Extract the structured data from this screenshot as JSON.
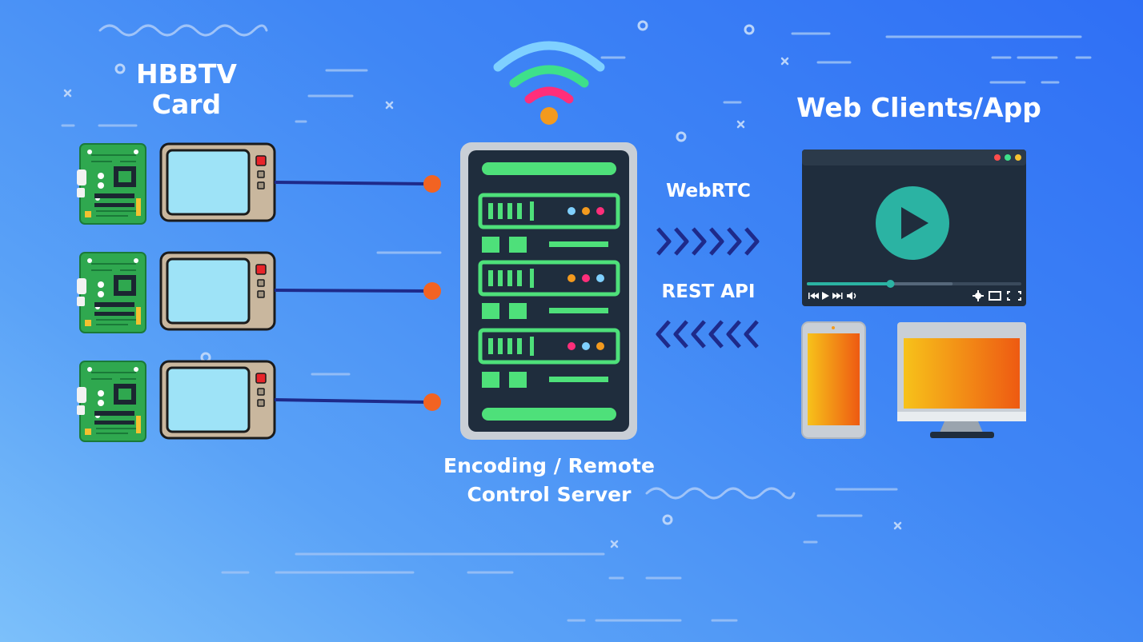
{
  "colors": {
    "bg_top": "#2f6ff5",
    "bg_bottom": "#7cc0fa",
    "board_green": "#2fa84f",
    "screen_blue": "#9ee3f7",
    "tv_body": "#c9b79e",
    "cable": "#1e2a8a",
    "connector": "#f26322",
    "server_dark": "#1f2d3d",
    "server_green": "#4ee07a",
    "player_teal": "#2bb3a3",
    "wifi_blue": "#7fd0ff",
    "wifi_green": "#3ee08a",
    "wifi_pink": "#ff2e7a",
    "wifi_orange": "#f39a1e",
    "device_orange_start": "#f7c21a",
    "device_orange_end": "#ee5a12"
  },
  "labels": {
    "hbbtv_line1": "HBBTV",
    "hbbtv_line2": "Card",
    "web_clients": "Web Clients/App",
    "webrtc": "WebRTC",
    "rest_api": "REST API",
    "server_line1": "Encoding / Remote",
    "server_line2": "Control Server"
  },
  "icons": {
    "wifi": "wifi-icon",
    "play": "play-icon",
    "settings": "gear-icon",
    "fullscreen": "fullscreen-icon",
    "volume": "volume-icon",
    "arrows_right": "chevrons-right-icon",
    "arrows_left": "chevrons-left-icon"
  },
  "video_player": {
    "progress_fraction": 0.39,
    "buffer_fraction": 0.68
  },
  "hbbtv_units_count": 3
}
